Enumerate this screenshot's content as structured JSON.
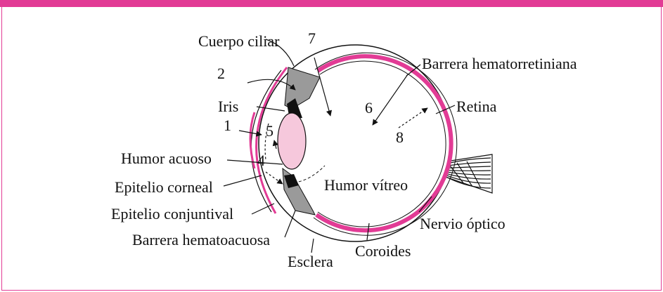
{
  "labels": {
    "cuerpo_ciliar": "Cuerpo ciliar",
    "iris": "Iris",
    "humor_acuoso": "Humor acuoso",
    "epitelio_corneal": "Epitelio corneal",
    "epitelio_conjuntival": "Epitelio conjuntival",
    "barrera_hematoacuosa": "Barrera hematoacuosa",
    "esclera": "Esclera",
    "coroides": "Coroides",
    "humor_vitreo": "Humor vítreo",
    "nervio_optico": "Nervio óptico",
    "retina": "Retina",
    "barrera_hematorretiniana": "Barrera hematorretiniana"
  },
  "numbers": {
    "n1": "1",
    "n2": "2",
    "n4": "4",
    "n5": "5",
    "n6": "6",
    "n7": "7",
    "n8": "8"
  },
  "colors": {
    "accent": "#e23b95",
    "lens": "#f6c8dc",
    "tissue_gray": "#9a9a9a",
    "dark": "#111111"
  }
}
